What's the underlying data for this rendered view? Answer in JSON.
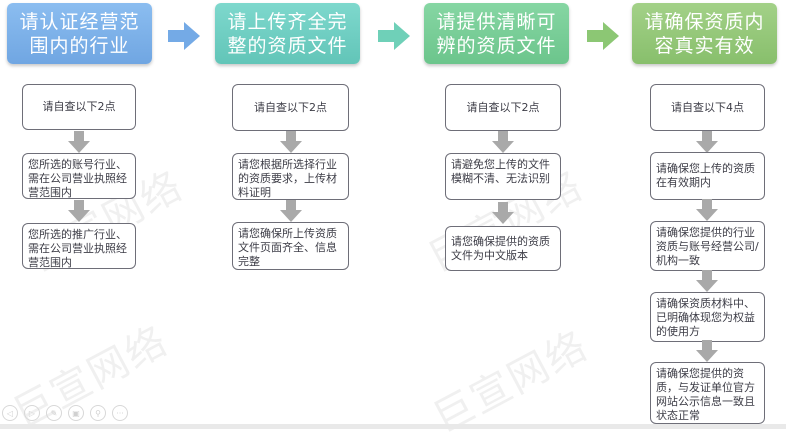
{
  "colors": {
    "step1": "#7fb3ea",
    "step2": "#6fd0c4",
    "step3": "#79cf99",
    "step4": "#96c978",
    "box_border": "#6e6e78",
    "down_arrow": "#a9a9a9"
  },
  "steps": [
    {
      "title_line1": "请认证经营范",
      "title_line2": "围内的行业",
      "items": [
        "请自查以下2点",
        "您所选的账号行业、需在公司营业执照经营范围内",
        "您所选的推广行业、需在公司营业执照经营范围内"
      ]
    },
    {
      "title_line1": "请上传齐全完",
      "title_line2": "整的资质文件",
      "items": [
        "请自查以下2点",
        "请您根据所选择行业的资质要求，上传材料证明",
        "请您确保所上传资质文件页面齐全、信息完整"
      ]
    },
    {
      "title_line1": "请提供清晰可",
      "title_line2": "辨的资质文件",
      "items": [
        "请自查以下2点",
        "请避免您上传的文件模糊不清、无法识别",
        "请您确保提供的资质文件为中文版本"
      ]
    },
    {
      "title_line1": "请确保资质内",
      "title_line2": "容真实有效",
      "items": [
        "请自查以下4点",
        "请确保您上传的资质在有效期内",
        "请确保您提供的行业资质与账号经营公司/机构一致",
        "请确保资质材料中、已明确体现您为权益的使用方",
        "请确保您提供的资质，与发证单位官方网站公示信息一致且状态正常"
      ]
    }
  ],
  "watermark": "巨宣网络",
  "toolbar": {
    "prev": "◁",
    "next": "▷",
    "pen": "✎",
    "slides": "▣",
    "zoom": "⚲",
    "more": "···"
  }
}
